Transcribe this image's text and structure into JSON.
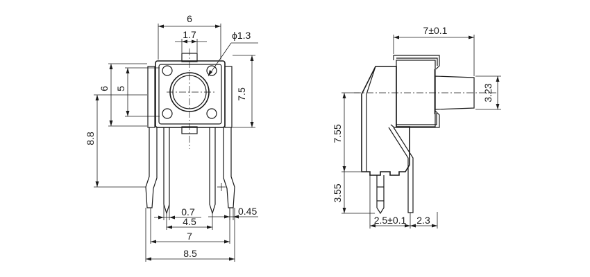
{
  "front_view": {
    "width_6": "6",
    "width_1_7": "1.7",
    "diameter_1_3": "ϕ1.3",
    "height_6": "6",
    "height_5": "5",
    "height_7_5": "7.5",
    "height_8_8": "8.8",
    "pin_0_7": "0.7",
    "pin_0_45": "0.45",
    "pitch_4_5": "4.5",
    "width_7": "7",
    "width_8_5": "8.5"
  },
  "side_view": {
    "depth_7": "7±0.1",
    "height_3_23": "3.23",
    "height_7_55": "7.55",
    "height_3_55": "3.55",
    "offset_2_5": "2.5±0.1",
    "offset_2_3": "2.3"
  }
}
